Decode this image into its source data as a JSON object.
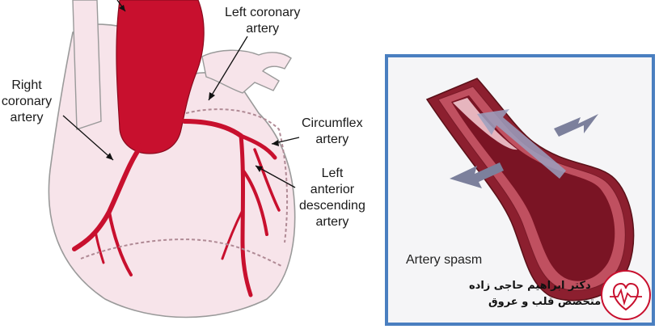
{
  "labels": {
    "left_coronary": [
      "Left coronary",
      "artery"
    ],
    "right_coronary": [
      "Right",
      "coronary",
      "artery"
    ],
    "circumflex": [
      "Circumflex",
      "artery"
    ],
    "lad": [
      "Left",
      "anterior",
      "descending",
      "artery"
    ],
    "spasm": "Artery spasm"
  },
  "watermark": {
    "line1": "دکتر ابراهیم حاجی زاده",
    "line2": "متخصص قلب و عروق"
  },
  "colors": {
    "artery": "#c8102e",
    "heart_fill": "#f7e4ea",
    "frame": "#4a7fc0",
    "arrow": "#8a8fa8"
  }
}
